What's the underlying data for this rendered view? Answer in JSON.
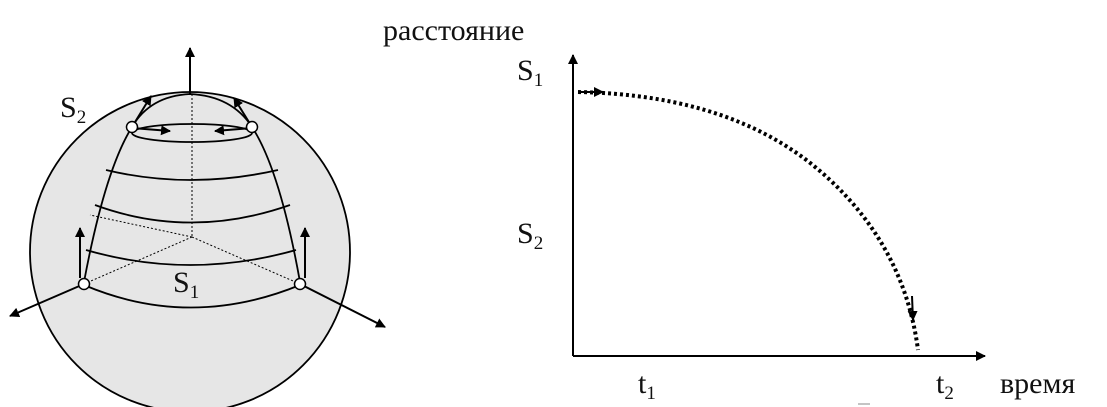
{
  "sphere_diagram": {
    "labels": {
      "s2_letter": "S",
      "s2_index": "2",
      "s1_letter": "S",
      "s1_index": "1"
    },
    "colors": {
      "sphere_fill": "#e6e6e6",
      "stroke": "#000000"
    }
  },
  "graph": {
    "y_axis_label": "расстояние",
    "x_axis_label": "время",
    "y_ticks": [
      {
        "letter": "S",
        "index": "1"
      },
      {
        "letter": "S",
        "index": "2"
      }
    ],
    "x_ticks": [
      {
        "letter": "t",
        "index": "1"
      },
      {
        "letter": "t",
        "index": "2"
      }
    ],
    "curve_style": "dotted"
  }
}
